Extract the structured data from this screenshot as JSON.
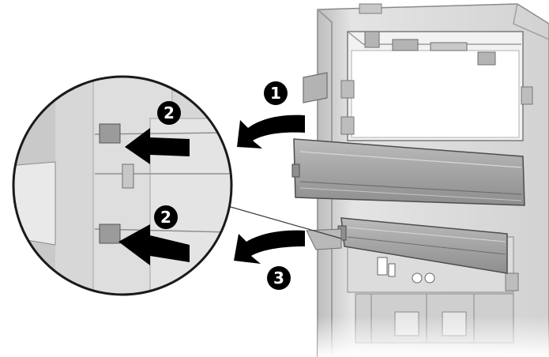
{
  "steps": {
    "one": "1",
    "two_upper": "2",
    "two_lower": "2",
    "three": "3"
  },
  "colors": {
    "background": "#ffffff",
    "chassis_light": "#d9d9d9",
    "chassis_mid": "#c7c7c7",
    "chassis_dark": "#9a9a9a",
    "bezel_panel": "#a8a8a8",
    "arrow": "#000000",
    "step_marker": "#000000",
    "step_text": "#ffffff"
  },
  "icons": {
    "step_marker": "black-circle-number-icon",
    "direction": "black-curved-arrow-icon",
    "push": "black-straight-arrow-icon"
  }
}
